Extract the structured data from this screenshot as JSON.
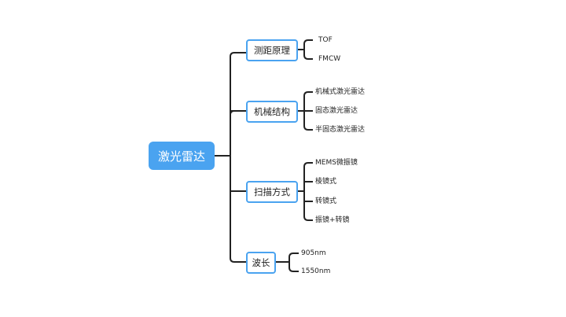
{
  "root": {
    "label": "激光雷达"
  },
  "branches": [
    {
      "label": "测距原理",
      "children": [
        "TOF",
        "FMCW"
      ]
    },
    {
      "label": "机械结构",
      "children": [
        "机械式激光雷达",
        "固态激光雷达",
        "半固态激光雷达"
      ]
    },
    {
      "label": "扫描方式",
      "children": [
        "MEMS微振镜",
        "棱镜式",
        "转镜式",
        "振镜+转镜"
      ]
    },
    {
      "label": "波长",
      "children": [
        "905nm",
        "1550nm"
      ]
    }
  ],
  "colors": {
    "root_fill": "#4aa3f0",
    "branch_border": "#4aa3f0",
    "connector": "#222222"
  }
}
